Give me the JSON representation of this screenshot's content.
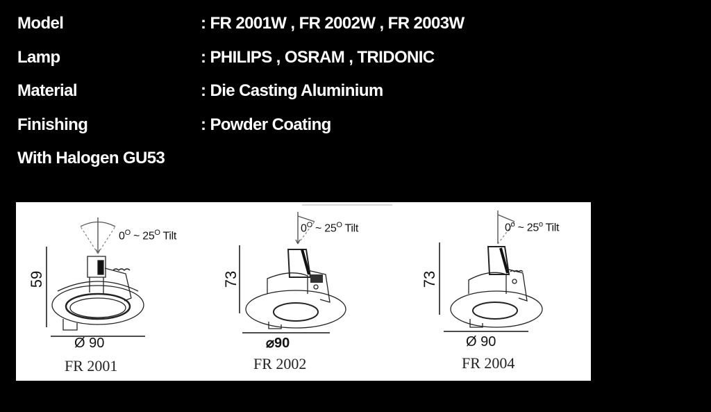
{
  "specs": [
    {
      "label": "Model",
      "value": ": FR  2001W , FR 2002W , FR 2003W"
    },
    {
      "label": "Lamp",
      "value": ": PHILIPS , OSRAM , TRIDONIC"
    },
    {
      "label": "Material",
      "value": ": Die Casting Aluminium"
    },
    {
      "label": "Finishing",
      "value": ": Powder Coating"
    },
    {
      "label": "With Halogen GU53",
      "value": ""
    }
  ],
  "drawings": [
    {
      "model": "FR 2001",
      "height": "59",
      "diameter": "Ø 90",
      "tilt": {
        "from": "0",
        "to": "25",
        "deg": "O",
        "suffix": "Tilt"
      }
    },
    {
      "model": "FR 2002",
      "height": "73",
      "diameter": "⌀90",
      "tilt": {
        "from": "0",
        "to": "25",
        "deg": "O",
        "suffix": "Tilt"
      }
    },
    {
      "model": "FR 2004",
      "height": "73",
      "diameter": "Ø 90",
      "tilt": {
        "from": "0",
        "to": "25",
        "deg": "o",
        "suffix": "Tilt"
      }
    }
  ],
  "colors": {
    "background": "#000000",
    "text": "#ffffff",
    "panel": "#ffffff",
    "drawing": "#111111"
  }
}
